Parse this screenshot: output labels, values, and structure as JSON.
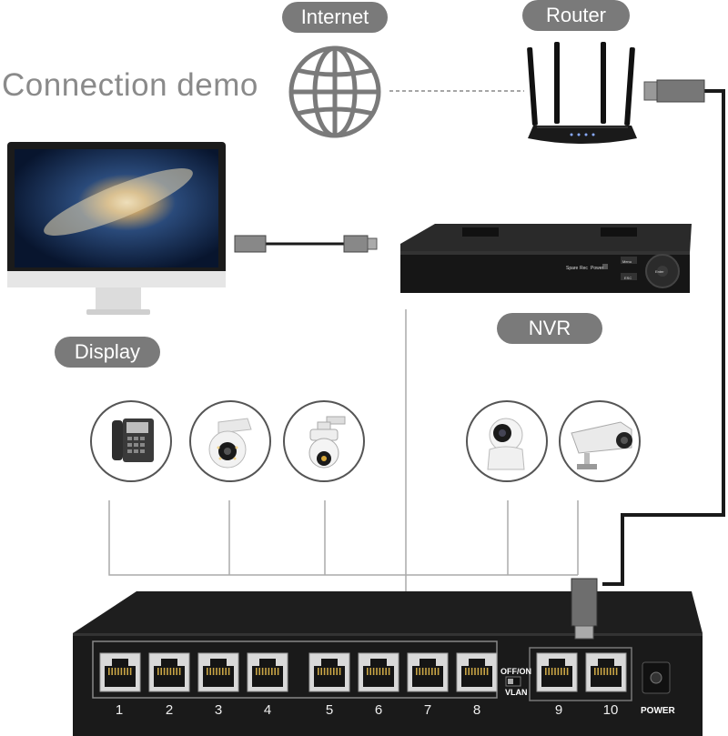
{
  "title": "Connection demo",
  "labels": {
    "internet": "Internet",
    "router": "Router",
    "display": "Display",
    "nvr": "NVR"
  },
  "switch": {
    "ports": [
      "1",
      "2",
      "3",
      "4",
      "5",
      "6",
      "7",
      "8",
      "9",
      "10"
    ],
    "vlan_top": "OFF/ON",
    "vlan_bottom": "VLAN",
    "power": "POWER"
  },
  "nvr_panel": {
    "buttons": [
      "Spare",
      "Rec",
      "Power"
    ],
    "menu": "Menu",
    "esc": "ESC",
    "enter": "Enter"
  },
  "devices": [
    {
      "icon": "ip-phone-icon"
    },
    {
      "icon": "dome-camera-icon"
    },
    {
      "icon": "ptz-camera-icon"
    },
    {
      "icon": "indoor-camera-icon"
    },
    {
      "icon": "bullet-camera-icon"
    }
  ],
  "colors": {
    "pill": "#7a7a7a",
    "title": "#8a8a8a",
    "cable": "#1a1a1a",
    "switch_body": "#222222"
  }
}
